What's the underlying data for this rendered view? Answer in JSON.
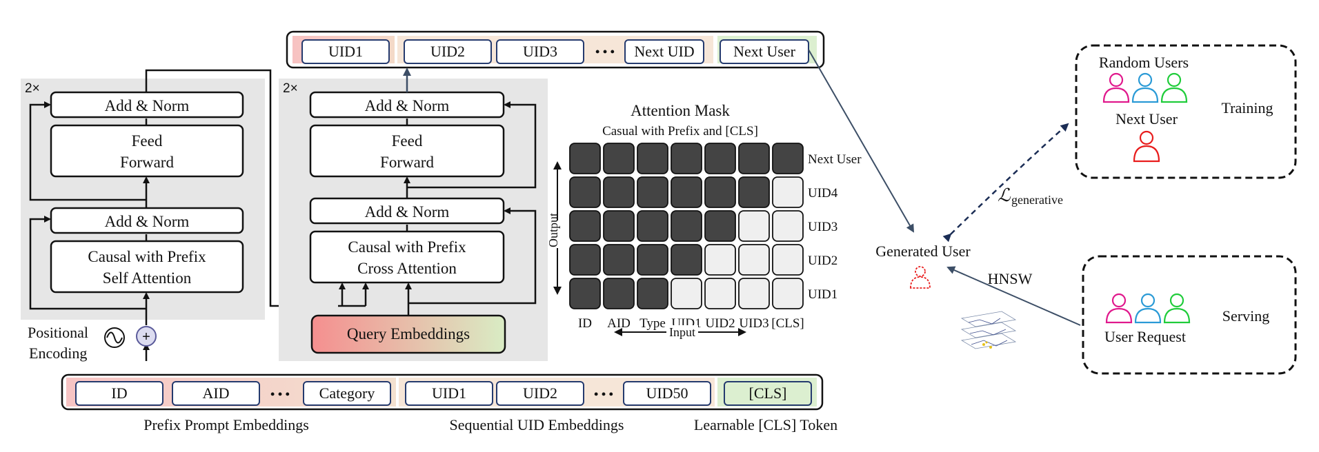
{
  "encoder": {
    "repeat": "2×",
    "add_norm_top": "Add & Norm",
    "feed_forward_line1": "Feed",
    "feed_forward_line2": "Forward",
    "add_norm_bottom": "Add & Norm",
    "attention_line1": "Causal with Prefix",
    "attention_line2": "Self Attention",
    "positional_line1": "Positional",
    "positional_line2": "Encoding"
  },
  "decoder": {
    "repeat": "2×",
    "add_norm_top": "Add & Norm",
    "feed_forward_line1": "Feed",
    "feed_forward_line2": "Forward",
    "add_norm_mid": "Add & Norm",
    "attention_line1": "Causal with Prefix",
    "attention_line2": "Cross Attention",
    "query_embeddings": "Query Embeddings"
  },
  "output_tokens": {
    "uid1": "UID1",
    "uid2": "UID2",
    "uid3": "UID3",
    "dots": "• • •",
    "next_uid": "Next UID",
    "next_user": "Next User"
  },
  "input_tokens": {
    "id": "ID",
    "aid": "AID",
    "dots1": "• • •",
    "category": "Category",
    "uid1": "UID1",
    "uid2": "UID2",
    "dots2": "• • •",
    "uid50": "UID50",
    "cls": "[CLS]"
  },
  "input_labels": {
    "prefix": "Prefix Prompt Embeddings",
    "sequential": "Sequential UID Embeddings",
    "learnable": "Learnable [CLS] Token"
  },
  "attention_mask": {
    "title": "Attention Mask",
    "subtitle": "Casual with Prefix and [CLS]",
    "rows": [
      "Next User",
      "UID4",
      "UID3",
      "UID2",
      "UID1"
    ],
    "cols": [
      "ID",
      "AID",
      "Type",
      "UID1",
      "UID2",
      "UID3",
      "[CLS]"
    ],
    "output_label": "Output",
    "input_label": "Input",
    "grid": [
      [
        1,
        1,
        1,
        1,
        1,
        1,
        1
      ],
      [
        1,
        1,
        1,
        1,
        1,
        1,
        0
      ],
      [
        1,
        1,
        1,
        1,
        1,
        0,
        0
      ],
      [
        1,
        1,
        1,
        1,
        0,
        0,
        0
      ],
      [
        1,
        1,
        1,
        0,
        0,
        0,
        0
      ]
    ],
    "filled_color": "#444444",
    "empty_color": "#efefef"
  },
  "right_panel": {
    "generated_user": "Generated User",
    "loss_symbol": "ℒ",
    "loss_subscript": "generative",
    "hnsw": "HNSW",
    "random_users": "Random Users",
    "next_user": "Next User",
    "training": "Training",
    "user_request": "User Request",
    "serving": "Serving"
  },
  "colors": {
    "panel_gray": "#e6e6e6",
    "prefix_gradient": [
      "#f7c4c4",
      "#f3e0cf"
    ],
    "query_gradient": [
      "#f58f8f",
      "#d9ecc4"
    ],
    "cls_fill": "#dcefd0",
    "magenta": "#e0188c",
    "blue": "#2a9ad6",
    "green": "#1fcc3a",
    "red": "#e81c1c",
    "arrow_blue": "#3c4e66"
  }
}
